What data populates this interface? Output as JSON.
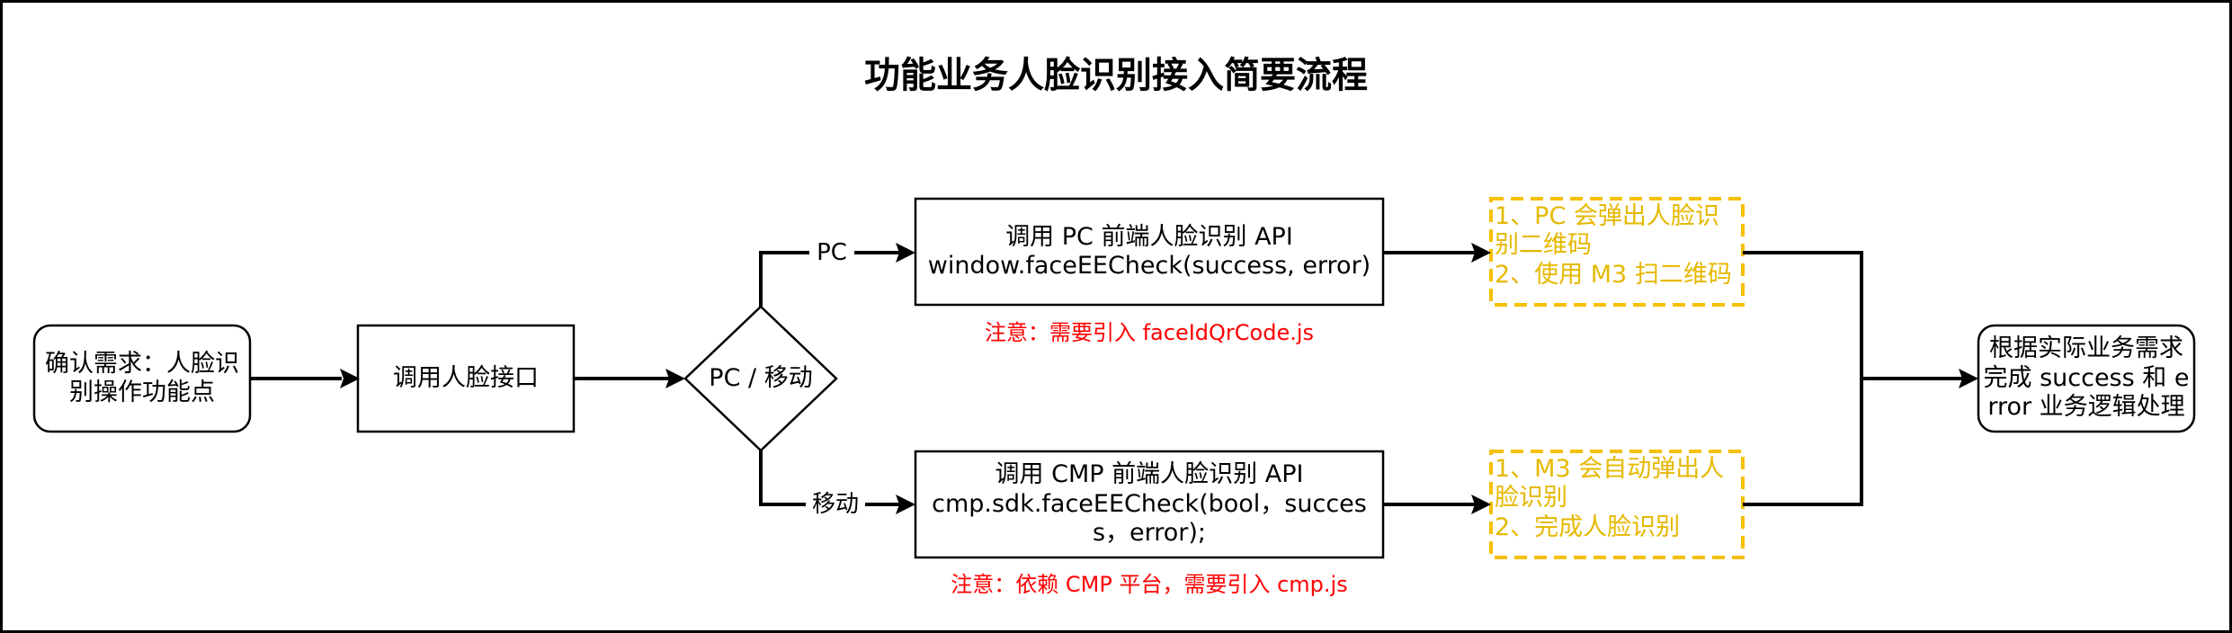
{
  "title": "功能业务人脸识别接入简要流程",
  "nodes": {
    "confirm": "确认需求：人脸识别操作功能点",
    "call": "调用人脸接口",
    "decision": "PC / 移动",
    "pc_api_line1": "调用 PC 前端人脸识别 API",
    "pc_api_line2": "window.faceEECheck(success, error)",
    "mobile_api_line1": "调用 CMP 前端人脸识别 API",
    "mobile_api_line2": "cmp.sdk.faceEECheck(bool，success，error);",
    "final": "根据实际业务需求完成 success 和 error 业务逻辑处理"
  },
  "edge_labels": {
    "pc": "PC",
    "mobile": "移动"
  },
  "notes": {
    "pc": "注意：需要引入 faceIdQrCode.js",
    "mobile": "注意：依赖 CMP 平台，需要引入 cmp.js"
  },
  "steps": {
    "pc": [
      "1、PC 会弹出人脸识别二维码",
      "2、使用 M3 扫二维码"
    ],
    "mobile": [
      "1、M3 会自动弹出人脸识别",
      "2、完成人脸识别"
    ]
  },
  "colors": {
    "stroke": "#000000",
    "note": "#ff0000",
    "step": "#e6b800"
  }
}
